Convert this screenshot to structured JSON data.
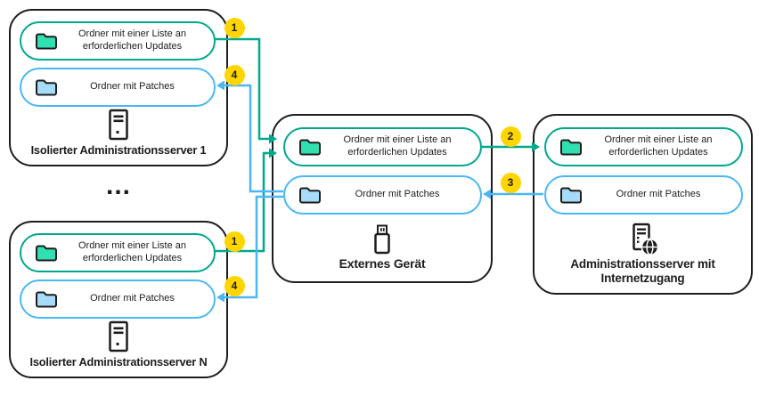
{
  "colors": {
    "ink": "#1d1d1b",
    "green": "#00a88e",
    "green-fill": "#31e0b0",
    "blue": "#4ab7f6",
    "blue-fill": "#a6dcf9",
    "badge": "#ffd500",
    "bg": "#ffffff"
  },
  "boxes": {
    "server1": {
      "label": "Isolierter Administrationsserver 1",
      "icon": "server-tower-icon",
      "updates_pill": "Ordner mit einer Liste an erforderlichen Updates",
      "patches_pill": "Ordner mit Patches"
    },
    "serverN": {
      "label": "Isolierter Administrationsserver N",
      "icon": "server-tower-icon",
      "updates_pill": "Ordner mit einer Liste an erforderlichen Updates",
      "patches_pill": "Ordner mit Patches"
    },
    "external": {
      "label": "Externes Gerät",
      "icon": "usb-drive-icon",
      "updates_pill": "Ordner mit einer Liste an erforderlichen Updates",
      "patches_pill": "Ordner mit Patches"
    },
    "internet": {
      "label": "Administrationsserver mit Internetzugang",
      "icon": "server-globe-icon",
      "updates_pill": "Ordner mit einer Liste an erforderlichen Updates",
      "patches_pill": "Ordner mit Patches"
    }
  },
  "ellipsis": "...",
  "steps": {
    "step1": "1",
    "step2": "2",
    "step3": "3",
    "step4": "4"
  }
}
